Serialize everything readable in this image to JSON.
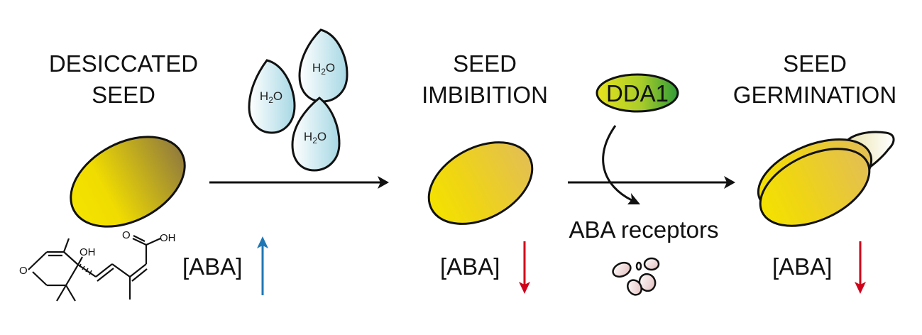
{
  "stages": [
    {
      "line1": "DESICCATED",
      "line2": "SEED"
    },
    {
      "line1": "SEED",
      "line2": "IMBIBITION"
    },
    {
      "line1": "SEED",
      "line2": "GERMINATION"
    }
  ],
  "water_drops": [
    "H2O",
    "H2O",
    "H2O"
  ],
  "protein": {
    "label": "DDA1"
  },
  "receptors_label": "ABA receptors",
  "aba_levels": [
    {
      "label": "[ABA]",
      "direction": "up",
      "color": "#1f77b4"
    },
    {
      "label": "[ABA]",
      "direction": "down",
      "color": "#d0021b"
    },
    {
      "label": "[ABA]",
      "direction": "down",
      "color": "#d0021b"
    }
  ],
  "molecule": {
    "oxygen": "O",
    "oh1": "OH",
    "oh2": "OH",
    "ketone_o": "O"
  },
  "colors": {
    "seed_yellow": "#f2e000",
    "seed_dark": "#9b8433",
    "seed_light": "#e6c545",
    "drop_fill": "#a9dbe6",
    "protein_green": "#3fa535",
    "protein_yellow": "#e3e21b"
  }
}
